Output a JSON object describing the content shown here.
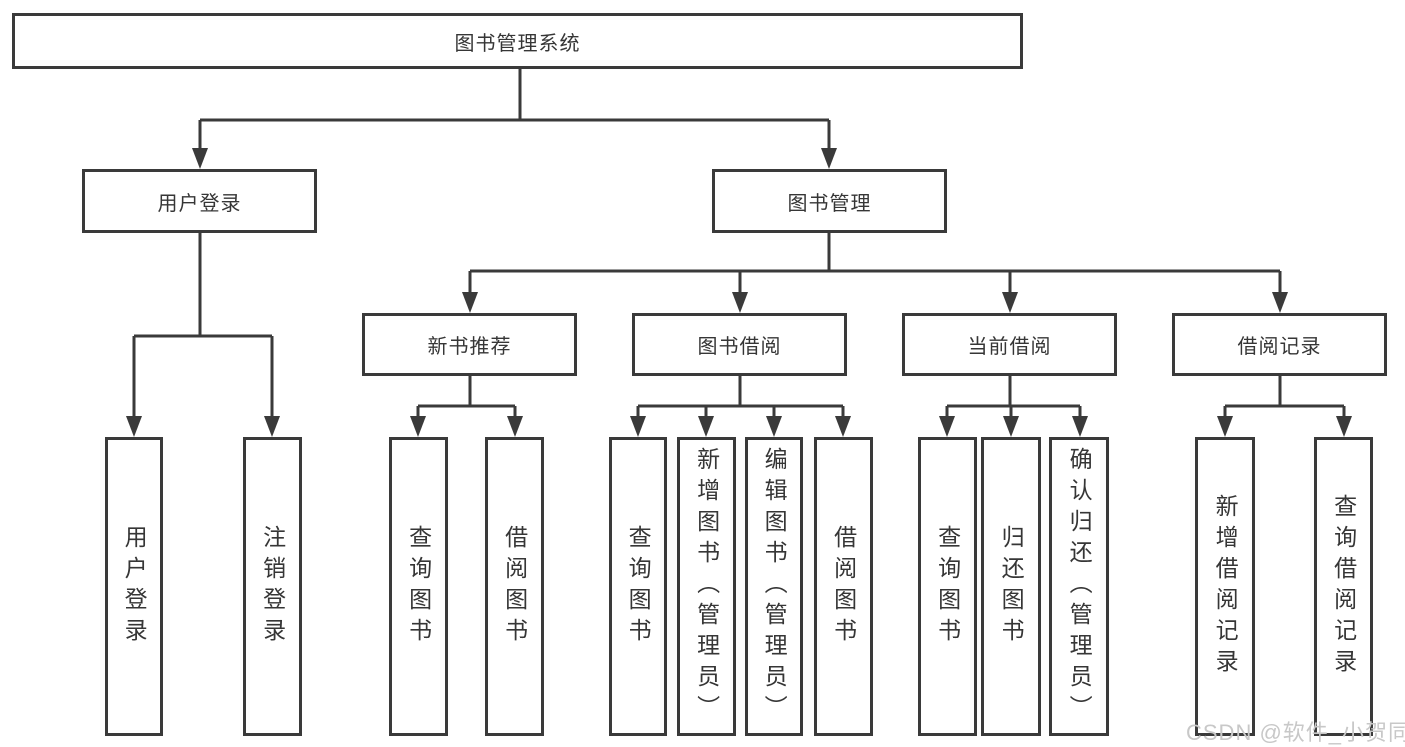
{
  "colors": {
    "background": "#ffffff",
    "line": "#3a3a3a",
    "box_border": "#3a3a3a",
    "text": "#363636",
    "watermark": "#c8c8c8"
  },
  "watermark": "CSDN @软件_小贺同学",
  "tree": {
    "label": "图书管理系统",
    "children": [
      {
        "label": "用户登录",
        "children": [
          {
            "label": "用户登录"
          },
          {
            "label": "注销登录"
          }
        ]
      },
      {
        "label": "图书管理",
        "children": [
          {
            "label": "新书推荐",
            "children": [
              {
                "label": "查询图书"
              },
              {
                "label": "借阅图书"
              }
            ]
          },
          {
            "label": "图书借阅",
            "children": [
              {
                "label": "查询图书"
              },
              {
                "label": "新增图书（管理员）"
              },
              {
                "label": "编辑图书（管理员）"
              },
              {
                "label": "借阅图书"
              }
            ]
          },
          {
            "label": "当前借阅",
            "children": [
              {
                "label": "查询图书"
              },
              {
                "label": "归还图书"
              },
              {
                "label": "确认归还（管理员）"
              }
            ]
          },
          {
            "label": "借阅记录",
            "children": [
              {
                "label": "新增借阅记录"
              },
              {
                "label": "查询借阅记录"
              }
            ]
          }
        ]
      }
    ]
  }
}
